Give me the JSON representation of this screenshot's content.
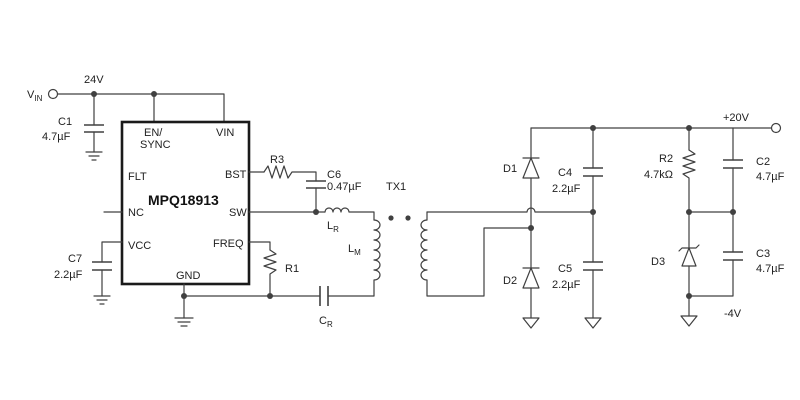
{
  "chip": {
    "name": "MPQ18913",
    "pins": {
      "en": "EN/",
      "sync": "SYNC",
      "vin": "VIN",
      "flt": "FLT",
      "bst": "BST",
      "nc": "NC",
      "sw": "SW",
      "vcc": "VCC",
      "freq": "FREQ",
      "gnd": "GND"
    }
  },
  "nets": {
    "input_main": "V",
    "input_sub": "IN",
    "input_voltage": "24V",
    "out_pos": "+20V",
    "out_neg": "-4V"
  },
  "components": {
    "c1": {
      "ref": "C1",
      "value": "4.7µF"
    },
    "c7": {
      "ref": "C7",
      "value": "2.2µF"
    },
    "r3": {
      "ref": "R3"
    },
    "c6": {
      "ref": "C6",
      "value": "0.47µF"
    },
    "r1": {
      "ref": "R1"
    },
    "lr": {
      "main": "L",
      "sub": "R"
    },
    "lm": {
      "main": "L",
      "sub": "M"
    },
    "cr": {
      "main": "C",
      "sub": "R"
    },
    "tx1": {
      "ref": "TX1"
    },
    "d1": {
      "ref": "D1"
    },
    "d2": {
      "ref": "D2"
    },
    "c4": {
      "ref": "C4",
      "value": "2.2µF"
    },
    "c5": {
      "ref": "C5",
      "value": "2.2µF"
    },
    "r2": {
      "ref": "R2",
      "value": "4.7kΩ"
    },
    "d3": {
      "ref": "D3"
    },
    "c2": {
      "ref": "C2",
      "value": "4.7µF"
    },
    "c3": {
      "ref": "C3",
      "value": "4.7µF"
    }
  }
}
